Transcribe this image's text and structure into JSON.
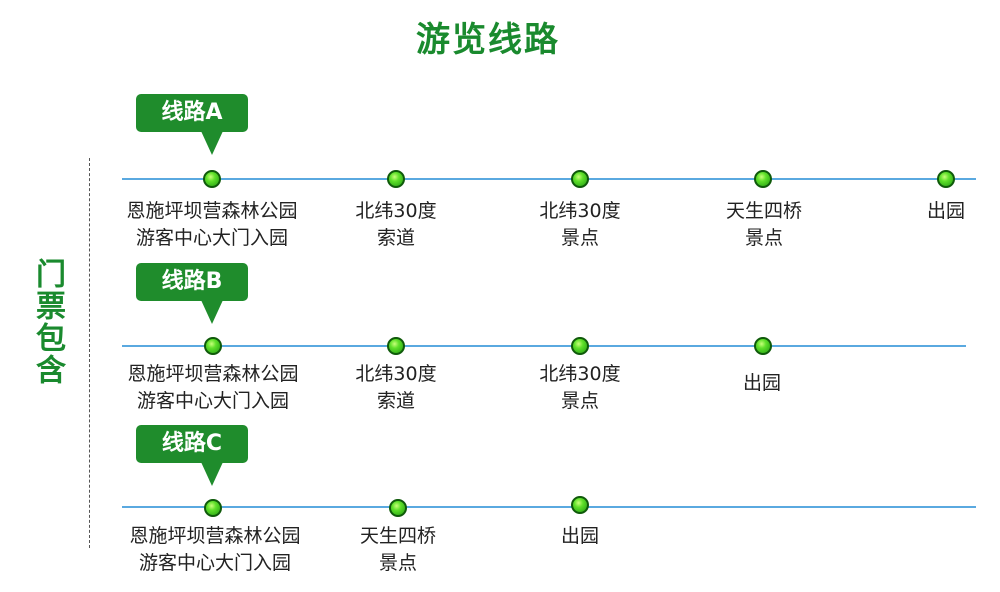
{
  "title": "游览线路",
  "side_label": "门票包含",
  "routes": [
    {
      "tag": "线路A",
      "stops": [
        "恩施坪坝营森林公园\n游客中心大门入园",
        "北纬30度\n索道",
        "北纬30度\n景点",
        "天生四桥\n景点",
        "出园"
      ]
    },
    {
      "tag": "线路B",
      "stops": [
        "恩施坪坝营森林公园\n游客中心大门入园",
        "北纬30度\n索道",
        "北纬30度\n景点",
        "出园"
      ]
    },
    {
      "tag": "线路C",
      "stops": [
        "恩施坪坝营森林公园\n游客中心大门入园",
        "天生四桥\n景点",
        "出园"
      ]
    }
  ],
  "colors": {
    "title_green": "#1a8a2e",
    "tag_green": "#1f8c2c",
    "line_blue": "#5aa9e0"
  }
}
